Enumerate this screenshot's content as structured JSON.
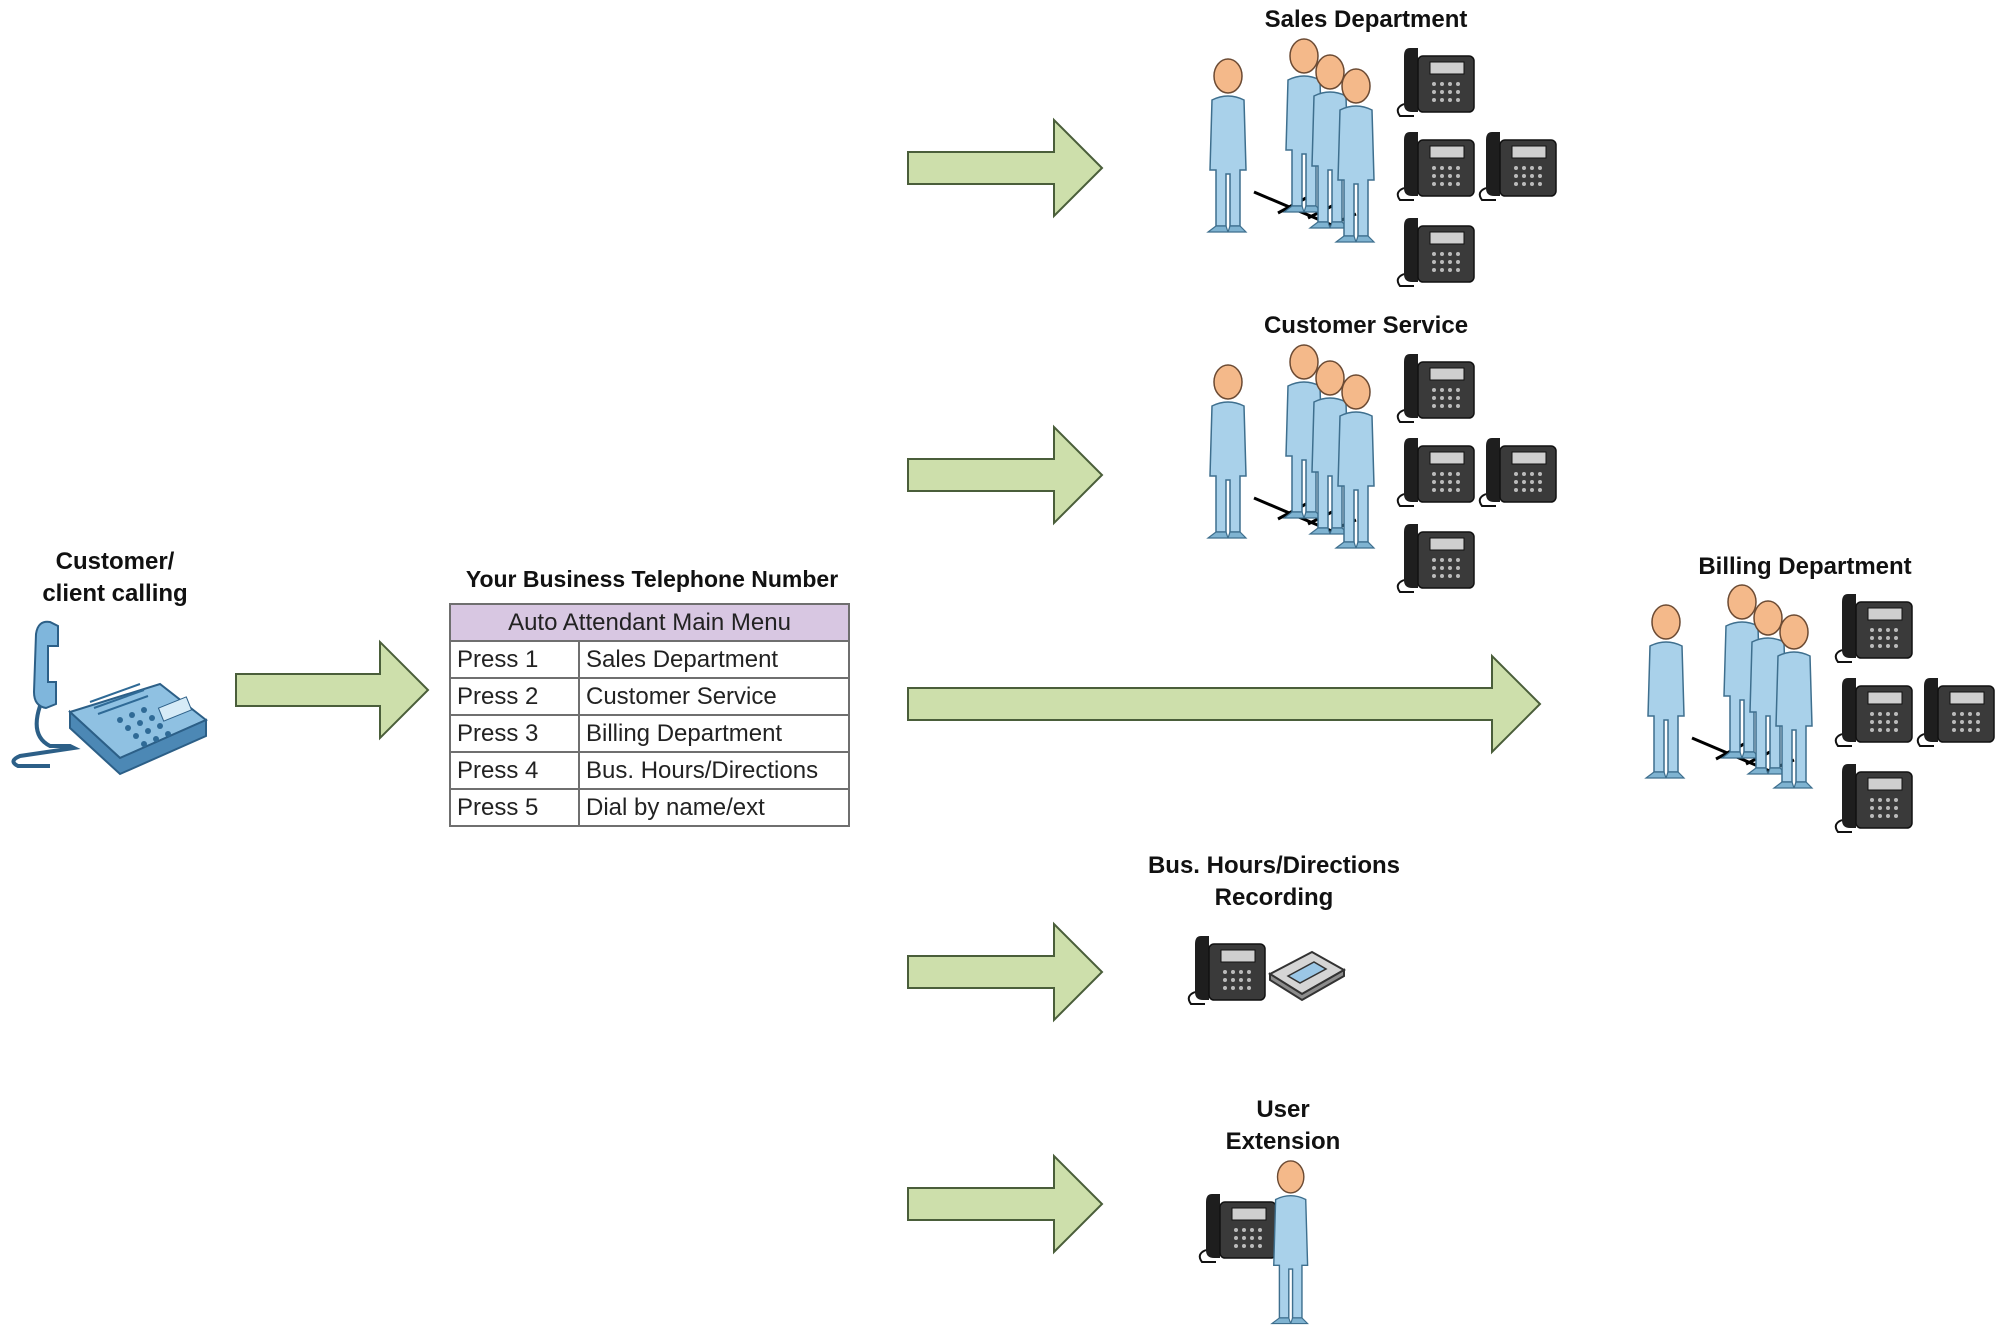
{
  "caller": {
    "label_line1": "Customer/",
    "label_line2": "client calling"
  },
  "menu": {
    "title": "Your Business Telephone Number",
    "header": "Auto Attendant Main Menu",
    "rows": [
      {
        "key": "Press 1",
        "option": "Sales Department"
      },
      {
        "key": "Press 2",
        "option": "Customer Service"
      },
      {
        "key": "Press 3",
        "option": "Billing Department"
      },
      {
        "key": "Press 4",
        "option": "Bus. Hours/Directions"
      },
      {
        "key": "Press 5",
        "option": "Dial by name/ext"
      }
    ]
  },
  "destinations": {
    "sales": {
      "label": "Sales Department"
    },
    "customer_service": {
      "label": "Customer Service"
    },
    "billing": {
      "label": "Billing Department"
    },
    "hours": {
      "label_line1": "Bus. Hours/Directions",
      "label_line2": "Recording"
    },
    "extension": {
      "label_line1": "User",
      "label_line2": "Extension"
    }
  },
  "colors": {
    "arrow_fill": "#cddfab",
    "arrow_stroke": "#4a5e3a",
    "person": "#a9d1ea",
    "person_head": "#f4b98a",
    "menu_header": "#d8c7e2",
    "phone": "#2f2f2f"
  }
}
